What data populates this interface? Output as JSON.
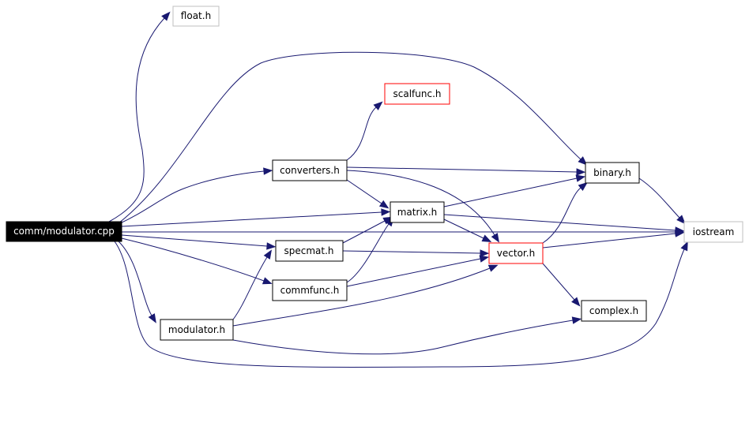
{
  "nodes": {
    "root": "comm/modulator.cpp",
    "float": "float.h",
    "scalfunc": "scalfunc.h",
    "converters": "converters.h",
    "binary": "binary.h",
    "matrix": "matrix.h",
    "iostream": "iostream",
    "specmat": "specmat.h",
    "vector": "vector.h",
    "commfunc": "commfunc.h",
    "complex": "complex.h",
    "modulator": "modulator.h"
  },
  "colors": {
    "edge": "#191970",
    "root_fill": "#000000",
    "documented_border": "#000000",
    "undocumented_border": "#ff0000",
    "external_border": "#bfbfbf"
  }
}
